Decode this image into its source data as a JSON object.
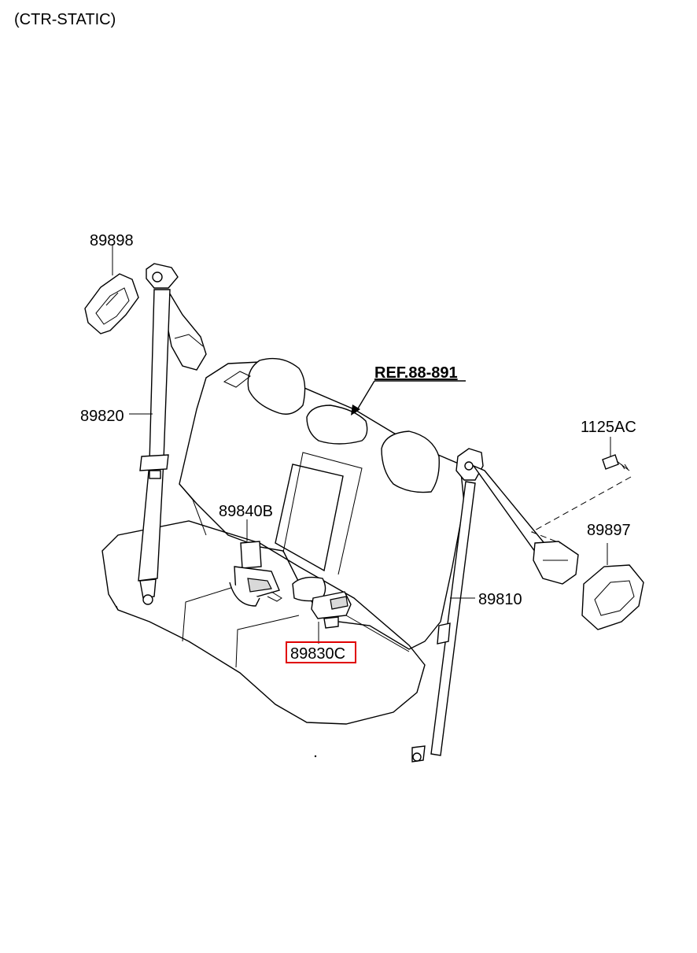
{
  "header": {
    "variant": "(CTR-STATIC)"
  },
  "ref_label": "REF.88-891",
  "parts": {
    "p89898": "89898",
    "p89820": "89820",
    "p89840B": "89840B",
    "p89830C": "89830C",
    "p89810": "89810",
    "p1125AC": "1125AC",
    "p89897": "89897"
  },
  "highlight_color": "#e00000"
}
